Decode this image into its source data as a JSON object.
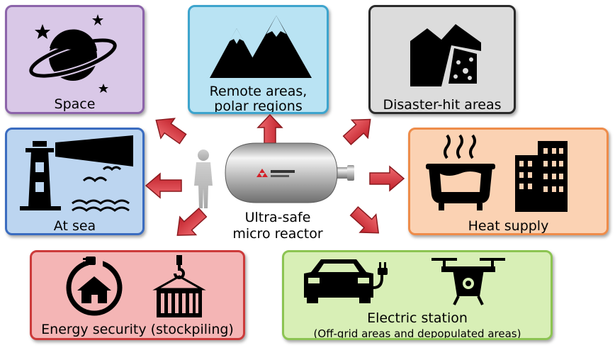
{
  "center": {
    "line1": "Ultra-safe",
    "line2": "micro reactor"
  },
  "applications": {
    "space": {
      "label": "Space",
      "icon": "planet-icon"
    },
    "remote": {
      "line1": "Remote areas,",
      "line2": "polar regions",
      "icon": "mountains-icon"
    },
    "disaster": {
      "label": "Disaster-hit areas",
      "icon": "landslide-icon"
    },
    "sea": {
      "label": "At sea",
      "icon": "lighthouse-icon"
    },
    "heat": {
      "label": "Heat supply",
      "icon": "hot-bath-icon"
    },
    "energy": {
      "label": "Energy security (stockpiling)",
      "icon": "home-power-icon"
    },
    "electric": {
      "line1": "Electric station",
      "line2": "(Off-grid areas and depopulated areas)",
      "icon": "electric-car-icon"
    }
  },
  "colors": {
    "arrow": "#d9303a",
    "arrow_edge": "#8a1a1f",
    "space_bg": "#d9c8e7",
    "remote_bg": "#b9e3f3",
    "disaster_bg": "#dcdcdc",
    "sea_bg": "#bcd5f0",
    "heat_bg": "#fbd2b3",
    "energy_bg": "#f4b5b5",
    "electric_bg": "#d8efb6"
  }
}
